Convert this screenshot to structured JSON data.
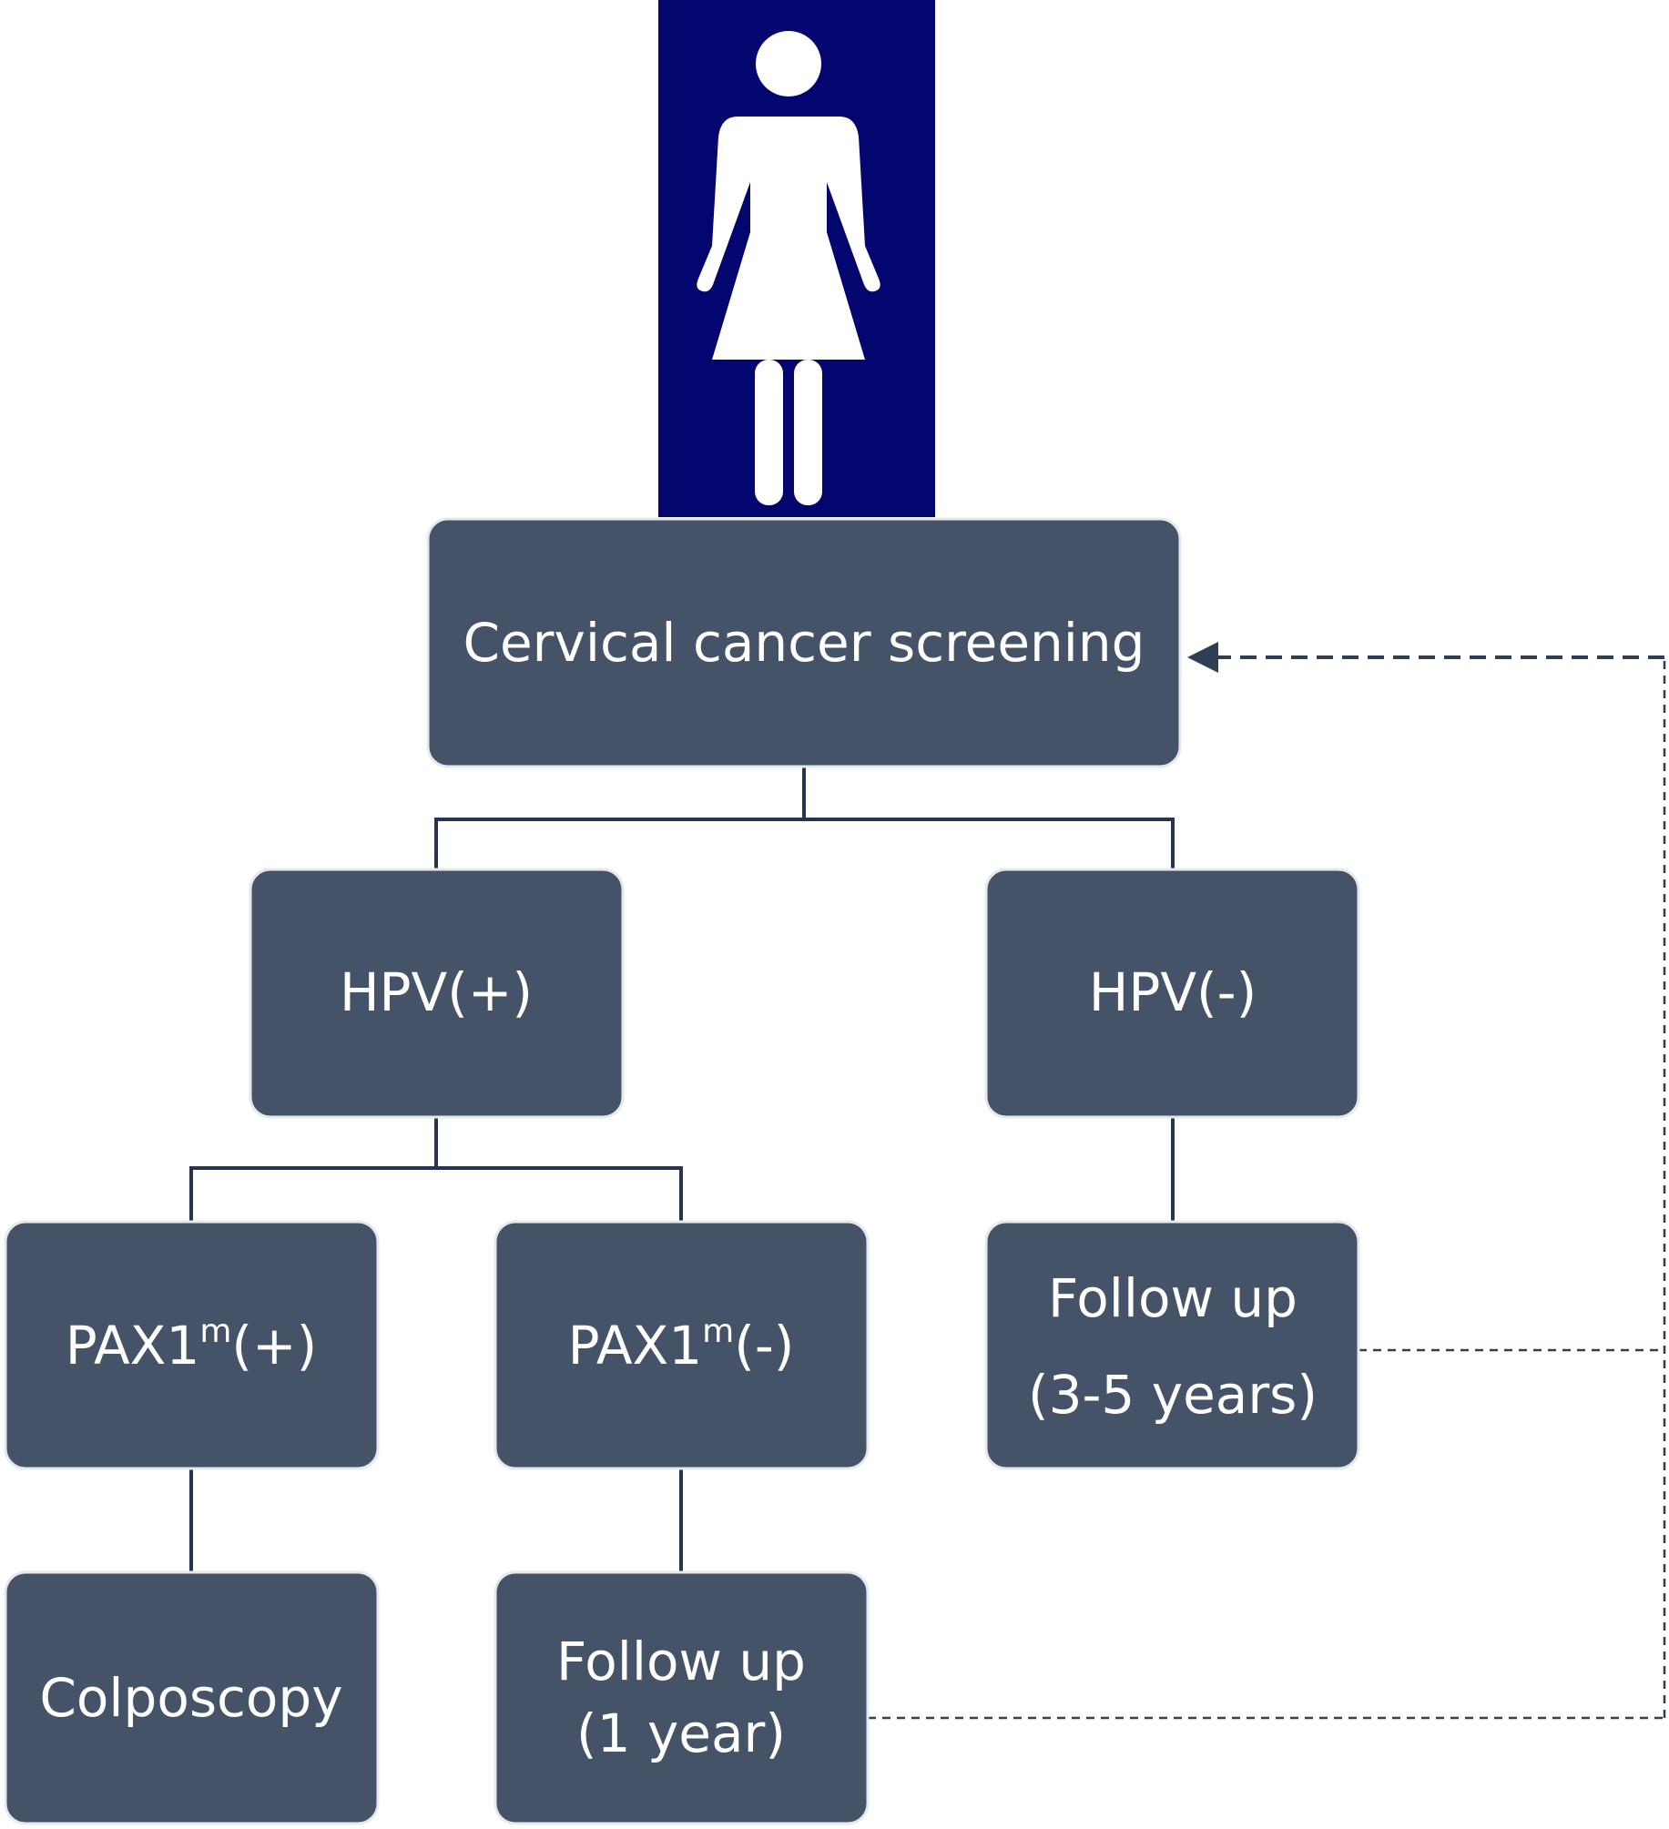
{
  "diagram": {
    "colors": {
      "node_fill": "#445368",
      "node_border": "#e6e8ec",
      "node_text": "#ffffff",
      "connector": "#263650",
      "figure_panel": "#04066f"
    },
    "figure_icon": "woman-figure-icon",
    "nodes": {
      "screening": {
        "label": "Cervical cancer screening"
      },
      "hpv_pos": {
        "label": "HPV(+)"
      },
      "hpv_neg": {
        "label": "HPV(-)"
      },
      "pax1_pos": {
        "base": "PAX1",
        "sup": "m",
        "suffix": "(+)"
      },
      "pax1_neg": {
        "base": "PAX1",
        "sup": "m",
        "suffix": "(-)"
      },
      "followup_long": {
        "line1": "Follow up",
        "line2": "(3-5 years)"
      },
      "colposcopy": {
        "label": "Colposcopy"
      },
      "followup_short": {
        "line1": "Follow up",
        "line2": "(1 year)"
      }
    }
  }
}
